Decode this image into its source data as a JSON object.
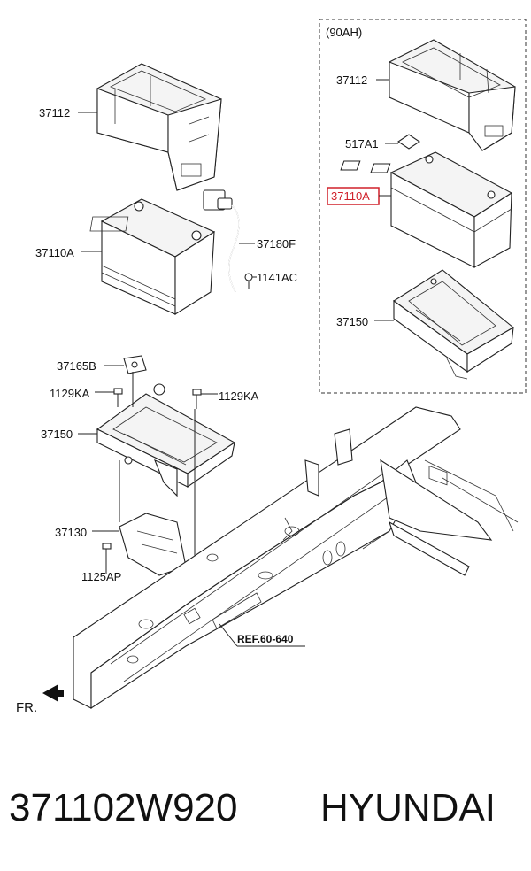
{
  "group_label": "(90AH)",
  "labels": {
    "tray_left": "37112",
    "tray_right": "37112",
    "insulator": "517A1",
    "battery_right": "37110A",
    "battery_left": "37110A",
    "cable": "37180F",
    "bolt_cable": "1141AC",
    "bracket_right": "37150",
    "clamp": "37165B",
    "bolt_a": "1129KA",
    "bolt_b": "1129KA",
    "bracket_left": "37150",
    "support": "37130",
    "bolt_support": "1125AP"
  },
  "ref_label": "REF.60-640",
  "front_label": "FR.",
  "part_number": "371102W920",
  "brand": "HYUNDAI",
  "colors": {
    "highlight": "#d0202a",
    "line": "#222222"
  }
}
